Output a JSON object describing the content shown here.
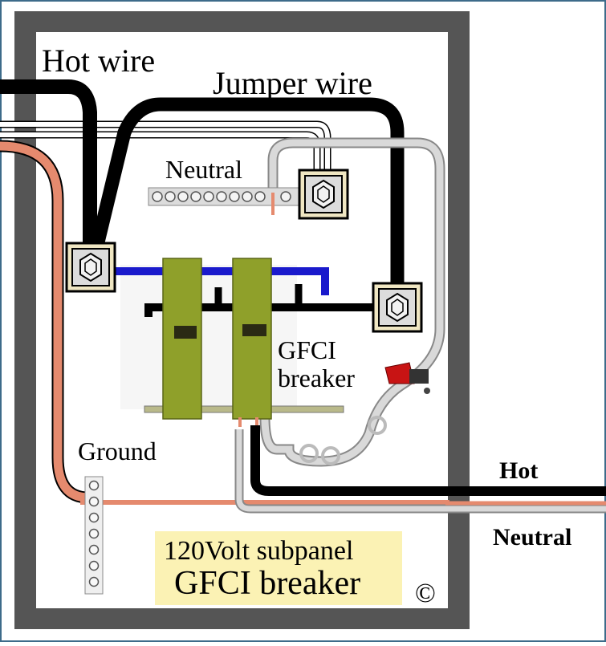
{
  "labels": {
    "hot_wire": "Hot wire",
    "jumper_wire": "Jumper wire",
    "neutral": "Neutral",
    "gfci_line1": "GFCI",
    "gfci_line2": "breaker",
    "ground": "Ground",
    "hot": "Hot",
    "neutral_out": "Neutral",
    "caption_line1": "120Volt subpanel",
    "caption_line2": "GFCI breaker",
    "copyright": "©"
  },
  "colors": {
    "panel_frame": "#555555",
    "hot_wire": "#000000",
    "neutral_wire": "#d4d4d4",
    "ground_wire": "#e58a6e",
    "bus_bar": "#1a1acc",
    "breaker": "#8fa02a",
    "caption_bg": "#fbf2b4",
    "terminal_bg": "#efe6c2"
  },
  "icons": {
    "terminal": "hex-nut-terminal-icon",
    "test_button": "red-test-button-icon",
    "screw": "screw-icon"
  }
}
